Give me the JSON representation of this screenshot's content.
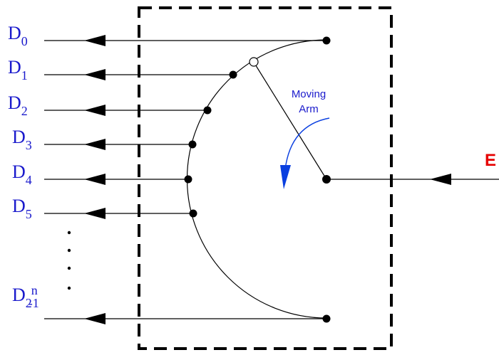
{
  "diagram": {
    "outputs": [
      {
        "base": "D",
        "sub": "0"
      },
      {
        "base": "D",
        "sub": "1"
      },
      {
        "base": "D",
        "sub": "2"
      },
      {
        "base": "D",
        "sub": "3"
      },
      {
        "base": "D",
        "sub": "4"
      },
      {
        "base": "D",
        "sub": "5"
      },
      {
        "base": "D",
        "sub": "2",
        "sup": "n",
        "sub_tail": "-1"
      }
    ],
    "arm_label_line1": "Moving",
    "arm_label_line2": "Arm",
    "input_label": "E",
    "colors": {
      "output_label": "#1a1acc",
      "input_label": "#e60000",
      "arm_label": "#1a1acc",
      "rotation_arrow": "#0a3fe0",
      "lines": "#000000"
    }
  }
}
